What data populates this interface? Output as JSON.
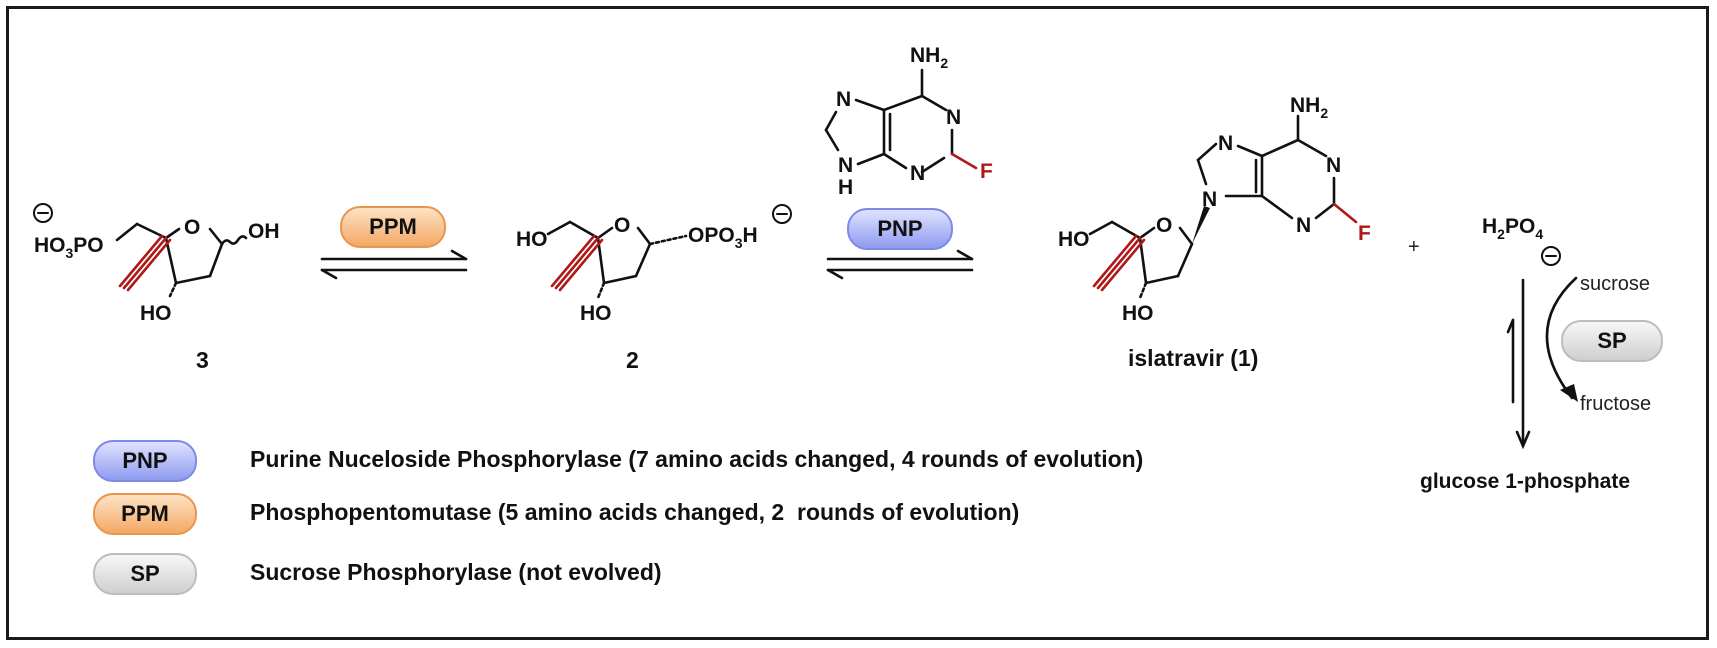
{
  "compounds": {
    "c3_label": "3",
    "c2_label": "2",
    "product_label": "islatravir (1)",
    "glucose_label": "glucose 1-phosphate",
    "plus": "+"
  },
  "atoms": {
    "ho3po": "HO3PO",
    "o": "O",
    "oh": "OH",
    "ho": "HO",
    "opo3h": "OPO3H",
    "n": "N",
    "nh": "H",
    "nh2": "NH2",
    "f": "F",
    "h2po4": "H2PO4"
  },
  "side": {
    "sucrose": "sucrose",
    "fructose": "fructose"
  },
  "enzymes": {
    "ppm": "PPM",
    "pnp": "PNP",
    "sp": "SP"
  },
  "legend": [
    {
      "key": "PNP",
      "text": "Purine Nuceloside Phosphorylase (7 amino acids changed, 4 rounds of evolution)"
    },
    {
      "key": "PPM",
      "text": "Phosphopentomutase (5 amino acids changed, 2  rounds of evolution)"
    },
    {
      "key": "SP",
      "text": "Sucrose Phosphorylase (not evolved)"
    }
  ],
  "colors": {
    "ppm": "#f4a865",
    "pnp": "#8f9bf0",
    "sp": "#cfcfcf",
    "highlight": "#b01818"
  }
}
